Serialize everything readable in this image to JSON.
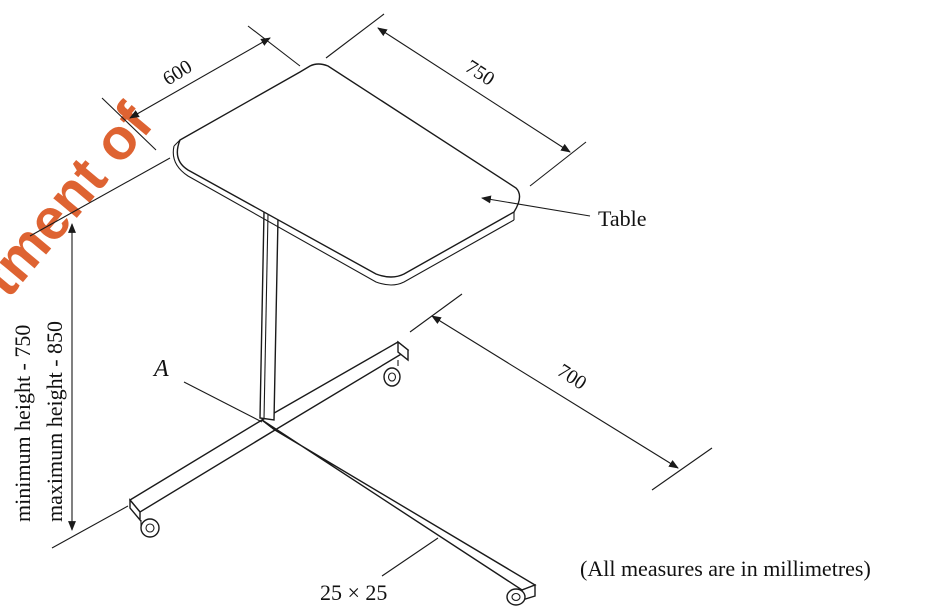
{
  "labels": {
    "width": "600",
    "length": "750",
    "table": "Table",
    "min_height": "minimum height  -  750",
    "max_height": "maximum height  -  850",
    "point_a": "A",
    "base_length": "700",
    "section": "25 × 25",
    "note": "(All measures are in millimetres)"
  },
  "watermark": "tment of",
  "colors": {
    "line": "#1a1a1a",
    "watermark": "#d9480f"
  }
}
